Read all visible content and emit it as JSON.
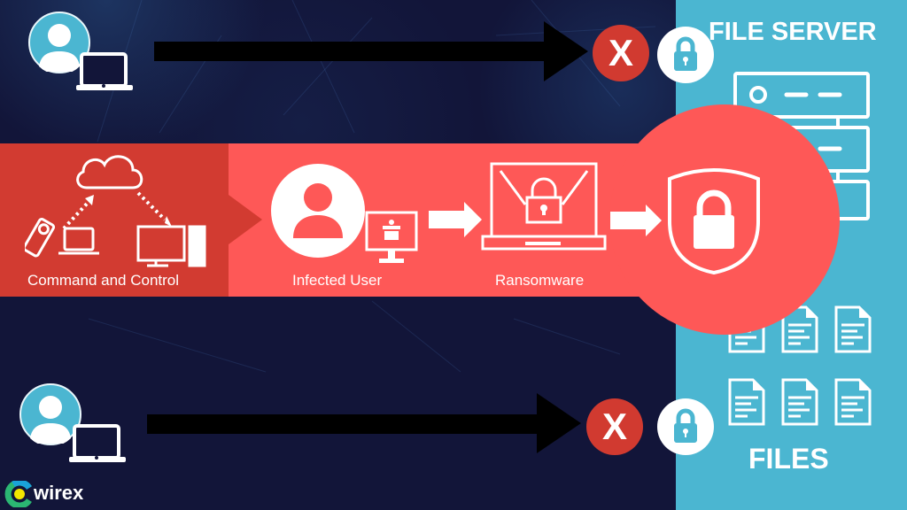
{
  "diagram": {
    "type": "ransomware-attack-flow",
    "colors": {
      "background": "#121539",
      "file_panel": "#4bb6d1",
      "band_light": "#fe5857",
      "band_dark": "#d23b31",
      "blocked_badge": "#d13a30",
      "icon_white": "#ffffff",
      "user_avatar": "#4bb6d1",
      "arrow_black": "#000000"
    },
    "file_server": {
      "title": "FILE SERVER"
    },
    "files": {
      "title": "FILES",
      "count": 6
    },
    "flow": {
      "stages": [
        {
          "label": "Command and Control",
          "icon": "cloud-devices-icon"
        },
        {
          "label": "Infected User",
          "icon": "infected-user-icon"
        },
        {
          "label": "Ransomware",
          "icon": "locked-laptop-icon"
        },
        {
          "label": "",
          "icon": "shield-lock-icon"
        }
      ]
    },
    "blocked_users": [
      {
        "position": "top",
        "status": "x",
        "lock": "lock-icon"
      },
      {
        "position": "bottom",
        "status": "x",
        "lock": "lock-icon"
      }
    ],
    "brand": {
      "name": "wirex"
    }
  }
}
